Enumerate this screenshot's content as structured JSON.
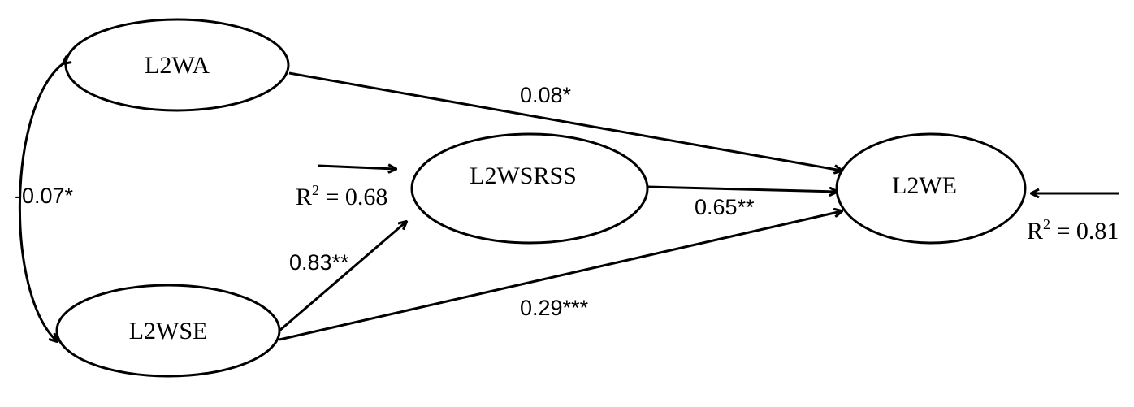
{
  "nodes": {
    "l2wa": "L2WA",
    "l2wse": "L2WSE",
    "l2wsrss": "L2WSRSS",
    "l2we": "L2WE"
  },
  "paths": {
    "wa_wse_cov": "-0.07*",
    "wa_we": "0.08*",
    "wsrss_we": "0.65**",
    "wse_wsrss": "0.83**",
    "wse_we": "0.29***"
  },
  "r_squared": {
    "wsrss": {
      "prefix": "R",
      "sup": "2",
      "value": " = 0.68"
    },
    "we": {
      "prefix": "R",
      "sup": "2",
      "value": " = 0.81"
    }
  }
}
